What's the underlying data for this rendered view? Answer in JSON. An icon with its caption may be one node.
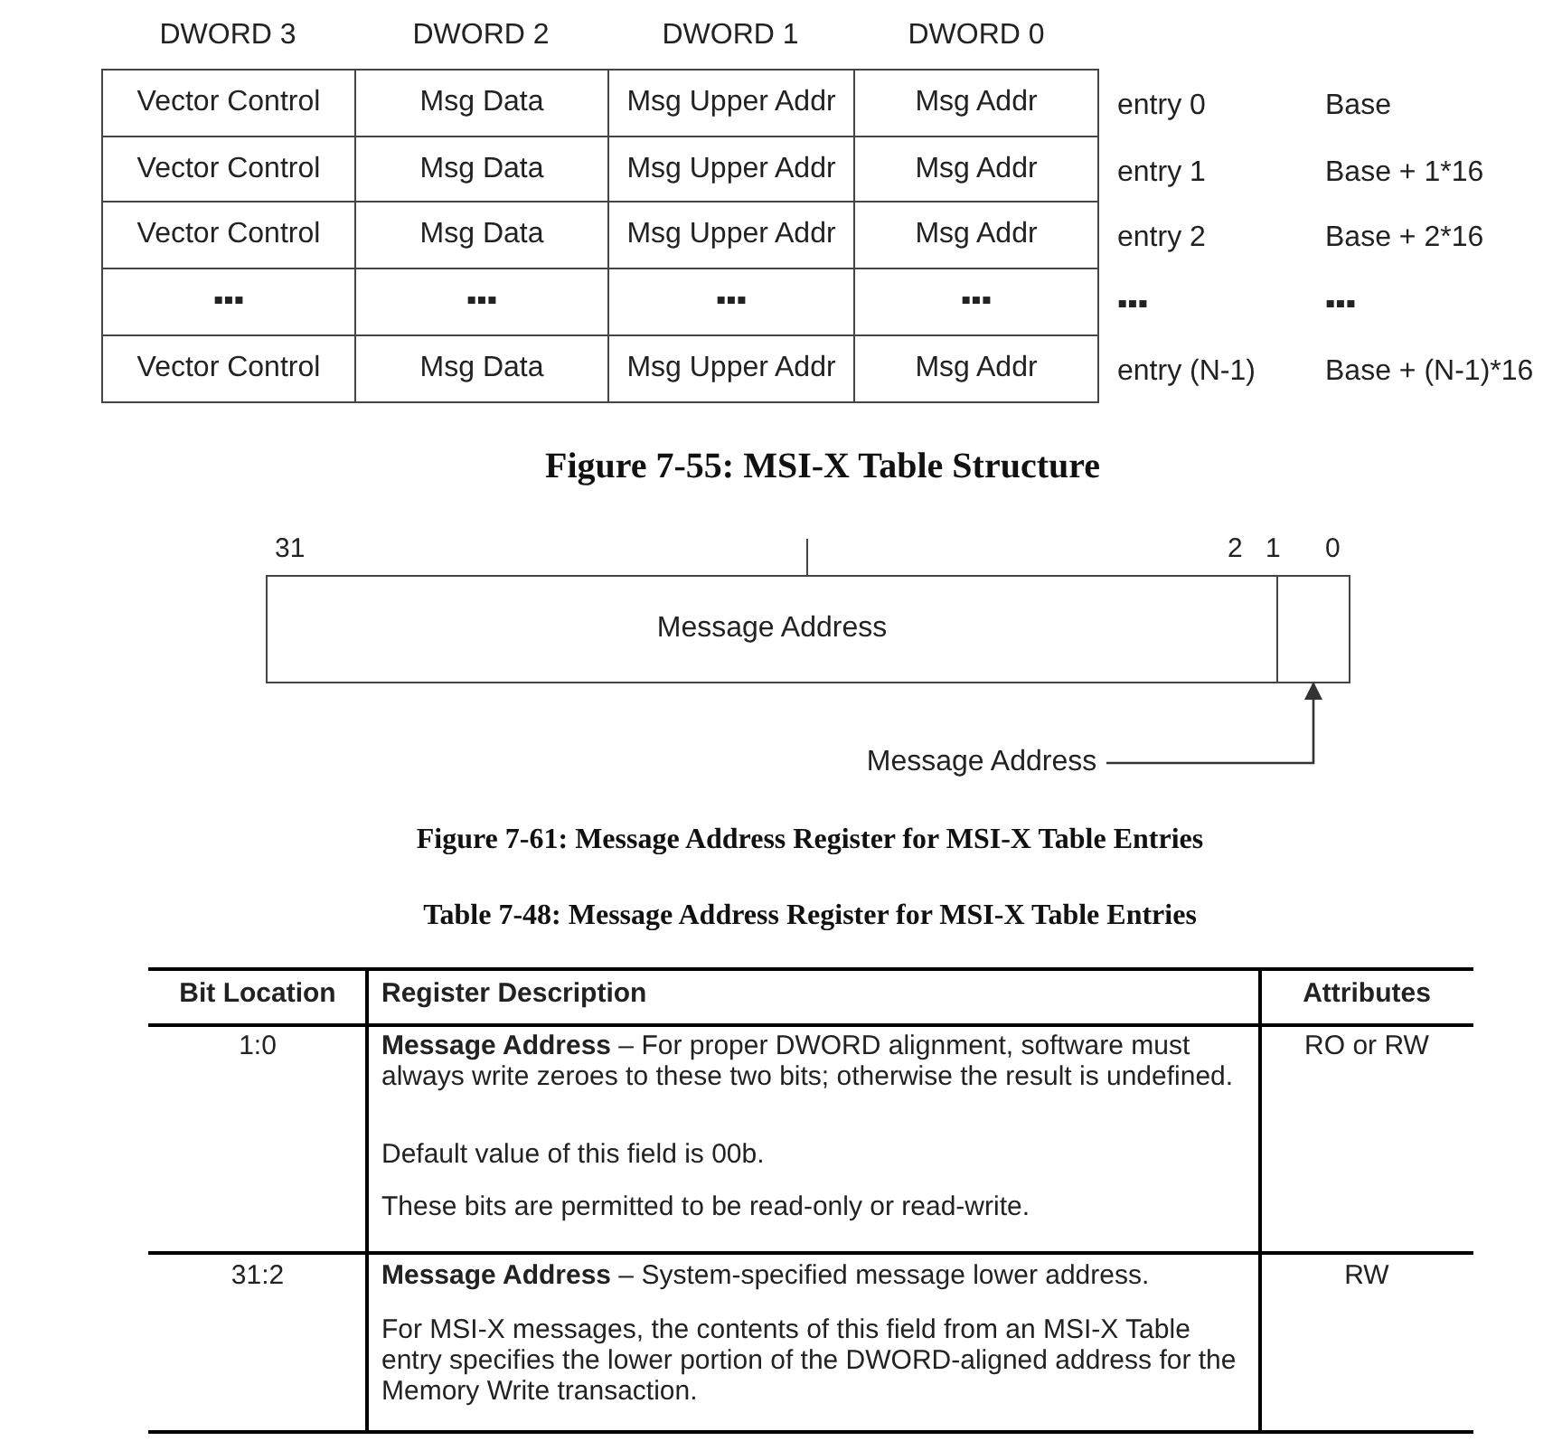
{
  "diagram": {
    "nodes": [
      {
        "text": [
          "Vector Control"
        ]
      },
      {
        "text": [
          "Msg Data"
        ]
      },
      {
        "text": [
          "Msg Upper Addr"
        ]
      },
      {
        "text": [
          "Msg Addr"
        ]
      },
      {
        "text": [
          "Vector Control"
        ]
      },
      {
        "text": [
          "Msg Data"
        ]
      },
      {
        "text": [
          "Msg Upper Addr"
        ]
      },
      {
        "text": [
          "Msg Addr"
        ]
      },
      {
        "text": [
          "Vector Control"
        ]
      },
      {
        "text": [
          "Msg Data"
        ]
      },
      {
        "text": [
          "Msg Upper Addr"
        ]
      },
      {
        "text": [
          "Msg Addr"
        ]
      },
      {
        "text": [
          "▪▪▪"
        ]
      },
      {
        "text": [
          "▪▪▪"
        ]
      },
      {
        "text": [
          "▪▪▪"
        ]
      },
      {
        "text": [
          "▪▪▪"
        ]
      },
      {
        "text": [
          "Vector Control"
        ]
      },
      {
        "text": [
          "Msg Data"
        ]
      },
      {
        "text": [
          "Msg Upper Addr"
        ]
      },
      {
        "text": [
          "Msg Addr"
        ]
      },
      {
        "text": [
          "Message Address"
        ]
      },
      {
        "text": [],
        "shape": "box"
      },
      {
        "text": [
          "Message Address"
        ]
      }
    ],
    "edges": [
      {
        "from": 22,
        "to": 21,
        "arrow": "to"
      }
    ],
    "labels": [
      "DWORD 3",
      "DWORD 2",
      "DWORD 1",
      "DWORD 0",
      "entry 0",
      "Base",
      "entry 1",
      "Base + 1*16",
      "entry 2",
      "Base + 2*16",
      "▪▪▪",
      "▪▪▪",
      "entry (N-1)",
      "Base + (N-1)*16",
      "Figure 7-55:  MSI-X Table Structure",
      "31",
      "2",
      "1",
      "0",
      "Figure 7-61:  Message Address Register for MSI-X Table Entries",
      "Table 7-48:  Message Address Register for MSI-X Table Entries",
      "Bit Location",
      "Register Description",
      "Attributes",
      "1:0",
      "**Message Address** – For proper DWORD alignment, software must always write zeroes to these two bits; otherwise the result is undefined.",
      "Default value of this field is 00b.",
      "These bits are permitted to be read-only or read-write.",
      "RO or RW",
      "31:2",
      "**Message Address** – System-specified message lower address.",
      "For MSI-X messages, the contents of this field from an MSI-X Table entry specifies the lower portion of the DWORD-aligned address for the Memory Write transaction.",
      "RW"
    ]
  }
}
